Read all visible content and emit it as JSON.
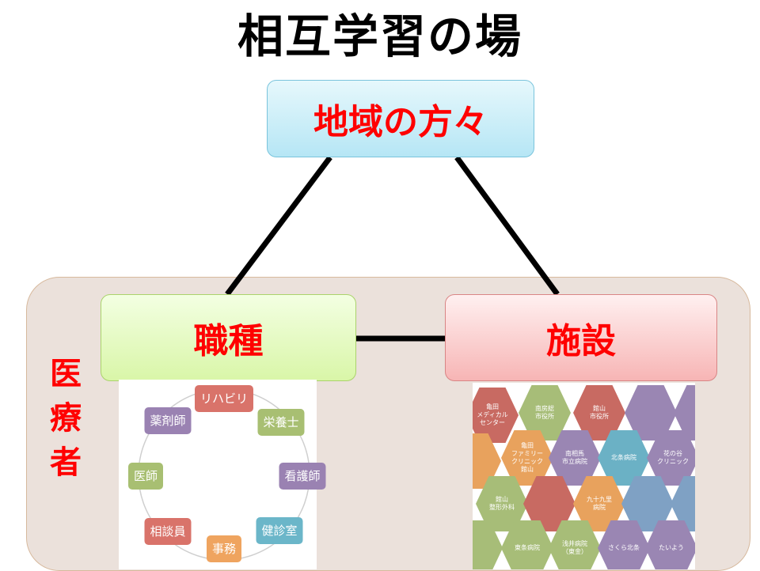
{
  "title": "相互学習の場",
  "boxes": {
    "community": "地域の方々",
    "occupation": "職種",
    "facility": "施設"
  },
  "side_label": [
    "医",
    "療",
    "者"
  ],
  "occupations": [
    {
      "label": "リハビリ",
      "color": "#d9736a"
    },
    {
      "label": "栄養士",
      "color": "#a8bf72"
    },
    {
      "label": "看護師",
      "color": "#9a82b2"
    },
    {
      "label": "健診室",
      "color": "#6bb6c9"
    },
    {
      "label": "事務",
      "color": "#efa45f"
    },
    {
      "label": "相談員",
      "color": "#d9736a"
    },
    {
      "label": "医師",
      "color": "#a8bf72"
    },
    {
      "label": "薬剤師",
      "color": "#9a82b2"
    }
  ],
  "facilities": [
    {
      "label": "亀田\nメディカル\nセンター",
      "color": "#c86a62"
    },
    {
      "label": "南房総\n市役所",
      "color": "#a7bd78"
    },
    {
      "label": "館山\n市役所",
      "color": "#c86a62"
    },
    {
      "label": "",
      "color": "#9a86b3"
    },
    {
      "label": "",
      "color": "#9a86b3"
    },
    {
      "label": "",
      "color": "#e8a25d"
    },
    {
      "label": "亀田\nファミリー\nクリニック\n館山",
      "color": "#e8a25d"
    },
    {
      "label": "南相馬\n市立病院",
      "color": "#9a86b3"
    },
    {
      "label": "北条病院",
      "color": "#6bb1c5"
    },
    {
      "label": "花の谷\nクリニック",
      "color": "#9a86b3"
    },
    {
      "label": "館山\n整形外科",
      "color": "#a7bd78"
    },
    {
      "label": "",
      "color": "#c86a62"
    },
    {
      "label": "九十九里\n病院",
      "color": "#e8a25d"
    },
    {
      "label": "",
      "color": "#7fa1c4"
    },
    {
      "label": "",
      "color": "#7fa1c4"
    },
    {
      "label": "",
      "color": "#a7bd78"
    },
    {
      "label": "東条病院",
      "color": "#a7bd78"
    },
    {
      "label": "浅井病院\n（東金）",
      "color": "#a7bd78"
    },
    {
      "label": "さくら北条",
      "color": "#9a86b3"
    },
    {
      "label": "たいよう",
      "color": "#9a86b3"
    }
  ]
}
